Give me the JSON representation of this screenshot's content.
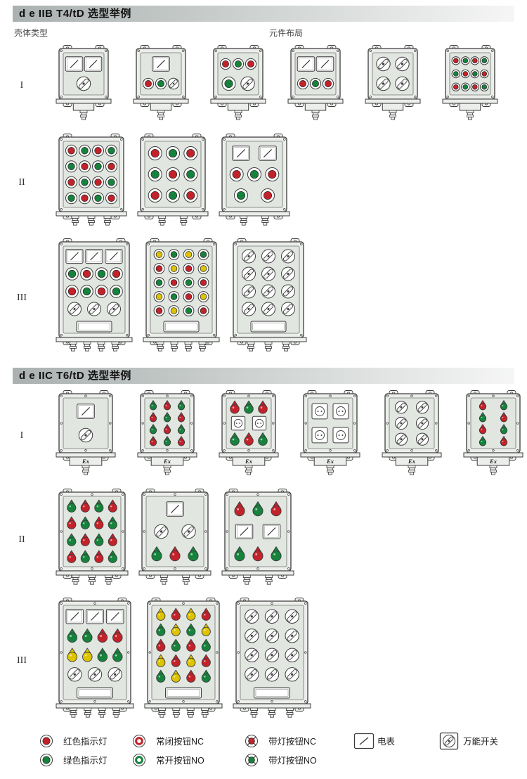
{
  "colors": {
    "red": "#c4222a",
    "green": "#16833c",
    "yellow": "#ddc300",
    "line": "#3c3c3c",
    "body_fill": "#ebeeea",
    "panel_fill": "#e2e6e1",
    "header_start": "#aab1b0",
    "header_end": "#f5f6f5"
  },
  "ex_mark": "Ex",
  "sections": [
    {
      "title": "d e IIB T4/tD 选型举例",
      "col_shell": "壳体类型",
      "col_layout": "元件布局",
      "style": "iib",
      "rows": [
        {
          "label": "I",
          "boxes": [
            {
              "w": 70,
              "h": 72,
              "rows": [
                [
                  "M",
                  "M"
                ],
                [
                  "S"
                ]
              ],
              "glands": 1,
              "j": 1
            },
            {
              "w": 70,
              "h": 72,
              "rows": [
                [
                  "M"
                ],
                [
                  "R",
                  "G",
                  "S"
                ]
              ],
              "glands": 1,
              "j": 1
            },
            {
              "w": 70,
              "h": 72,
              "rows": [
                [
                  "R",
                  "G",
                  "R"
                ],
                [
                  "G",
                  "S"
                ]
              ],
              "glands": 1,
              "j": 1
            },
            {
              "w": 70,
              "h": 72,
              "rows": [
                [
                  "M",
                  "M"
                ],
                [
                  "R",
                  "G",
                  "R"
                ]
              ],
              "glands": 1,
              "j": 1
            },
            {
              "w": 70,
              "h": 72,
              "rows": [
                [
                  "S",
                  "S"
                ],
                [
                  "S",
                  "S"
                ]
              ],
              "glands": 1,
              "j": 1
            },
            {
              "w": 70,
              "h": 72,
              "rows": [
                [
                  "R",
                  "G",
                  "R",
                  "G"
                ],
                [
                  "G",
                  "R",
                  "G",
                  "R"
                ],
                [
                  "R",
                  "G",
                  "R",
                  "G"
                ]
              ],
              "glands": 1,
              "j": 1
            }
          ]
        },
        {
          "label": "II",
          "boxes": [
            {
              "w": 92,
              "h": 106,
              "rows": [
                [
                  "R",
                  "G",
                  "R",
                  "G"
                ],
                [
                  "G",
                  "R",
                  "G",
                  "R"
                ],
                [
                  "R",
                  "G",
                  "R",
                  "G"
                ],
                [
                  "G",
                  "R",
                  "G",
                  "R"
                ]
              ],
              "glands": 3
            },
            {
              "w": 92,
              "h": 106,
              "rows": [
                [
                  "R",
                  "G",
                  "R"
                ],
                [
                  "G",
                  "R",
                  "G"
                ],
                [
                  "R",
                  "G",
                  "R"
                ]
              ],
              "glands": 2
            },
            {
              "w": 92,
              "h": 106,
              "rows": [
                [
                  "M",
                  "M"
                ],
                [
                  "R",
                  "G",
                  "R"
                ],
                [
                  "G",
                  "R"
                ]
              ],
              "glands": 2
            }
          ]
        },
        {
          "label": "III",
          "boxes": [
            {
              "w": 100,
              "h": 136,
              "rows": [
                [
                  "M",
                  "M",
                  "M"
                ],
                [
                  "G",
                  "R",
                  "G",
                  "R"
                ],
                [
                  "R",
                  "G",
                  "R",
                  "G"
                ],
                [
                  "S",
                  "S",
                  "S"
                ]
              ],
              "glands": 4,
              "window": true
            },
            {
              "w": 100,
              "h": 136,
              "rows": [
                [
                  "Y",
                  "G",
                  "Y",
                  "G"
                ],
                [
                  "R",
                  "Y",
                  "R",
                  "Y"
                ],
                [
                  "G",
                  "R",
                  "G",
                  "R"
                ],
                [
                  "Y",
                  "G",
                  "R",
                  "Y"
                ],
                [
                  "R",
                  "Y",
                  "G",
                  "R"
                ]
              ],
              "glands": 4,
              "window": true
            },
            {
              "w": 100,
              "h": 136,
              "rows": [
                [
                  "S",
                  "S",
                  "S"
                ],
                [
                  "S",
                  "S",
                  "S"
                ],
                [
                  "S",
                  "S",
                  "S"
                ],
                [
                  "S",
                  "S",
                  "S"
                ]
              ],
              "glands": 3,
              "window": true
            }
          ]
        }
      ]
    },
    {
      "title": "d e IIC T6/tD 选型举例",
      "style": "iic",
      "rows": [
        {
          "label": "I",
          "boxes": [
            {
              "w": 76,
              "h": 84,
              "rows": [
                [
                  "M"
                ],
                [
                  "S"
                ]
              ],
              "glands": 1,
              "ex": true
            },
            {
              "w": 76,
              "h": 84,
              "rows": [
                [
                  "dG",
                  "dR",
                  "dG"
                ],
                [
                  "dR",
                  "dG",
                  "dR"
                ],
                [
                  "dG",
                  "dR",
                  "dG"
                ],
                [
                  "dR",
                  "dG",
                  "dR"
                ]
              ],
              "glands": 1,
              "ex": true
            },
            {
              "w": 76,
              "h": 84,
              "rows": [
                [
                  "dR",
                  "dG",
                  "dR"
                ],
                [
                  "K",
                  "K"
                ],
                [
                  "dG",
                  "dR",
                  "dG"
                ]
              ],
              "glands": 1,
              "ex": true
            },
            {
              "w": 76,
              "h": 84,
              "rows": [
                [
                  "K",
                  "K"
                ],
                [
                  "K",
                  "K"
                ]
              ],
              "glands": 1,
              "ex": true
            },
            {
              "w": 76,
              "h": 84,
              "rows": [
                [
                  "S",
                  "S"
                ],
                [
                  "S",
                  "S"
                ],
                [
                  "S",
                  "S"
                ]
              ],
              "glands": 1,
              "ex": true
            },
            {
              "w": 76,
              "h": 84,
              "rows": [
                [
                  "dR",
                  "dG"
                ],
                [
                  "dG",
                  "dR"
                ],
                [
                  "dR",
                  "dG"
                ],
                [
                  "dG",
                  "dR"
                ]
              ],
              "glands": 1,
              "ex": true
            }
          ]
        },
        {
          "label": "II",
          "boxes": [
            {
              "w": 94,
              "h": 112,
              "rows": [
                [
                  "dG",
                  "dR",
                  "dG",
                  "dR"
                ],
                [
                  "dR",
                  "dG",
                  "dR",
                  "dG"
                ],
                [
                  "dG",
                  "dR",
                  "dG",
                  "dR"
                ],
                [
                  "dR",
                  "dG",
                  "dR",
                  "dG"
                ]
              ],
              "glands": 3
            },
            {
              "w": 94,
              "h": 112,
              "rows": [
                [
                  "M"
                ],
                [
                  "S",
                  "S"
                ],
                [
                  "dG",
                  "dR",
                  "dG"
                ]
              ],
              "glands": 2
            },
            {
              "w": 94,
              "h": 112,
              "rows": [
                [
                  "dR",
                  "dG",
                  "dR"
                ],
                [
                  "M",
                  "M"
                ],
                [
                  "dG",
                  "dR",
                  "dG"
                ]
              ],
              "glands": 2
            }
          ]
        },
        {
          "label": "III",
          "boxes": [
            {
              "w": 102,
              "h": 146,
              "rows": [
                [
                  "M",
                  "M",
                  "M"
                ],
                [
                  "dG",
                  "dG",
                  "dR",
                  "dR"
                ],
                [
                  "dY",
                  "dY",
                  "dG",
                  "dG"
                ],
                [
                  "S",
                  "S",
                  "S"
                ]
              ],
              "glands": 4,
              "window": true
            },
            {
              "w": 102,
              "h": 146,
              "rows": [
                [
                  "dY",
                  "dR",
                  "dY",
                  "dR"
                ],
                [
                  "dG",
                  "dY",
                  "dG",
                  "dY"
                ],
                [
                  "dR",
                  "dG",
                  "dR",
                  "dG"
                ],
                [
                  "dY",
                  "dR",
                  "dY",
                  "dR"
                ],
                [
                  "dG",
                  "dY",
                  "dR",
                  "dG"
                ]
              ],
              "glands": 4,
              "window": true
            },
            {
              "w": 102,
              "h": 146,
              "rows": [
                [
                  "S",
                  "S",
                  "S"
                ],
                [
                  "S",
                  "S",
                  "S"
                ],
                [
                  "S",
                  "S",
                  "S"
                ],
                [
                  "S",
                  "S",
                  "S"
                ]
              ],
              "glands": 3,
              "window": true
            }
          ]
        }
      ]
    }
  ],
  "legend": {
    "columns": [
      [
        {
          "icon": "red-indicator",
          "label": "红色指示灯"
        },
        {
          "icon": "green-indicator",
          "label": "绿色指示灯"
        }
      ],
      [
        {
          "icon": "nc-button",
          "label": "常闭按钮NC"
        },
        {
          "icon": "no-button",
          "label": "常开按钮NO"
        }
      ],
      [
        {
          "icon": "lamp-nc-button",
          "label": "带灯按钮NC"
        },
        {
          "icon": "lamp-no-button",
          "label": "带灯按钮NO"
        }
      ],
      [
        {
          "icon": "meter",
          "label": "电表"
        }
      ],
      [
        {
          "icon": "universal-switch",
          "label": "万能开关"
        }
      ]
    ]
  }
}
